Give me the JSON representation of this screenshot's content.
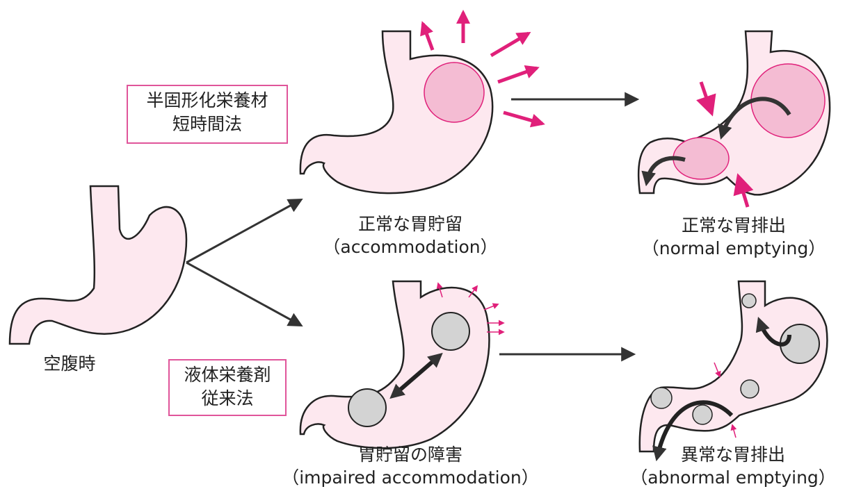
{
  "label_fasting": "空腹時",
  "box_semisolid": {
    "line1": "半固形化栄養材",
    "line2": "短時間法"
  },
  "box_liquid": {
    "line1": "液体栄養剤",
    "line2": "従来法"
  },
  "normal_accommodation": {
    "ja": "正常な胃貯留",
    "en": "（accommodation）"
  },
  "normal_emptying": {
    "ja": "正常な胃排出",
    "en": "（normal emptying）"
  },
  "impaired_accommodation": {
    "ja": "胃貯留の障害",
    "en": "（impaired accommodation）"
  },
  "abnormal_emptying": {
    "ja": "異常な胃排出",
    "en": "（abnormal emptying）"
  },
  "colors": {
    "stomach_fill": "#fde8ef",
    "bolus_fill": "#f4bcd3",
    "accent": "#e0207a",
    "gray_bolus": "#d3d3d3",
    "arrow": "#333333"
  }
}
